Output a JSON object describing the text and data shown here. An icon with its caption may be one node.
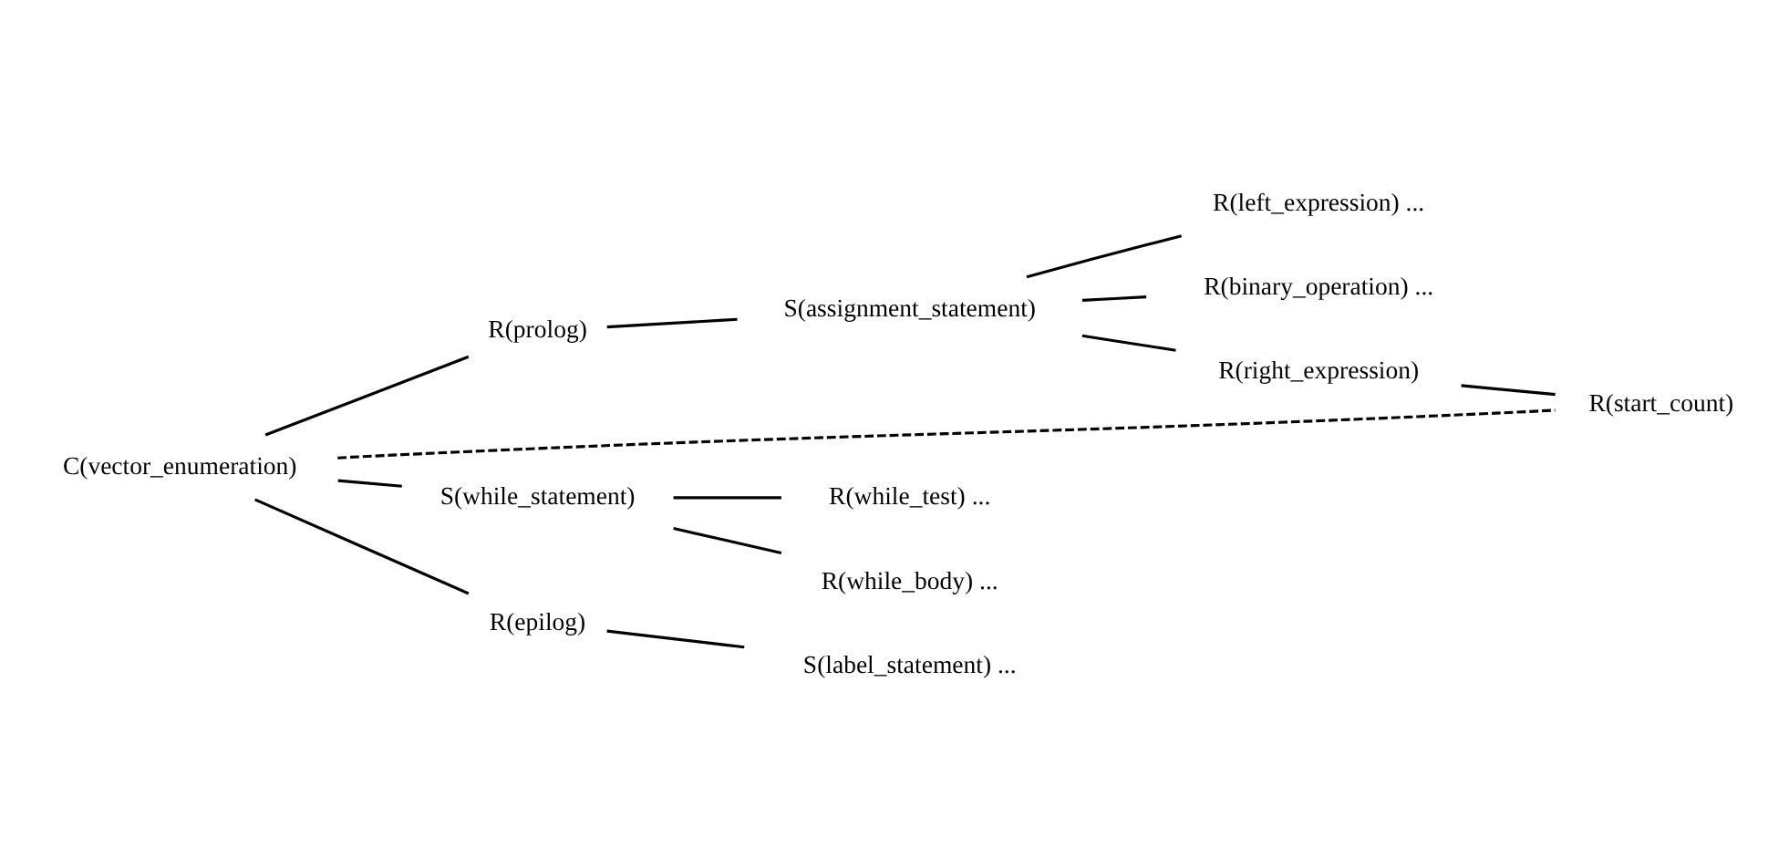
{
  "diagram": {
    "nodes": [
      {
        "text": [
          "C(vector_enumeration)"
        ]
      },
      {
        "text": [
          "R(prolog)"
        ]
      },
      {
        "text": [
          "S(assignment_statement)"
        ]
      },
      {
        "text": [
          "R(left_expression) ..."
        ]
      },
      {
        "text": [
          "R(binary_operation) ..."
        ]
      },
      {
        "text": [
          "R(right_expression)"
        ]
      },
      {
        "text": [
          "R(start_count)"
        ]
      },
      {
        "text": [
          "S(while_statement)"
        ]
      },
      {
        "text": [
          "R(while_test) ..."
        ]
      },
      {
        "text": [
          "R(while_body) ..."
        ]
      },
      {
        "text": [
          "R(epilog)"
        ]
      },
      {
        "text": [
          "S(label_statement) ..."
        ]
      }
    ],
    "edges": [
      {
        "from": 0,
        "to": 1,
        "arrow": "none"
      },
      {
        "from": 1,
        "to": 2,
        "arrow": "none"
      },
      {
        "from": 2,
        "to": 3,
        "arrow": "none"
      },
      {
        "from": 2,
        "to": 4,
        "arrow": "none"
      },
      {
        "from": 2,
        "to": 5,
        "arrow": "none"
      },
      {
        "from": 5,
        "to": 6,
        "arrow": "none"
      },
      {
        "from": 0,
        "to": 6,
        "arrow": "none",
        "style": "dashed"
      },
      {
        "from": 0,
        "to": 7,
        "arrow": "none"
      },
      {
        "from": 7,
        "to": 8,
        "arrow": "none"
      },
      {
        "from": 7,
        "to": 9,
        "arrow": "none"
      },
      {
        "from": 0,
        "to": 10,
        "arrow": "none"
      },
      {
        "from": 10,
        "to": 11,
        "arrow": "none"
      }
    ]
  }
}
